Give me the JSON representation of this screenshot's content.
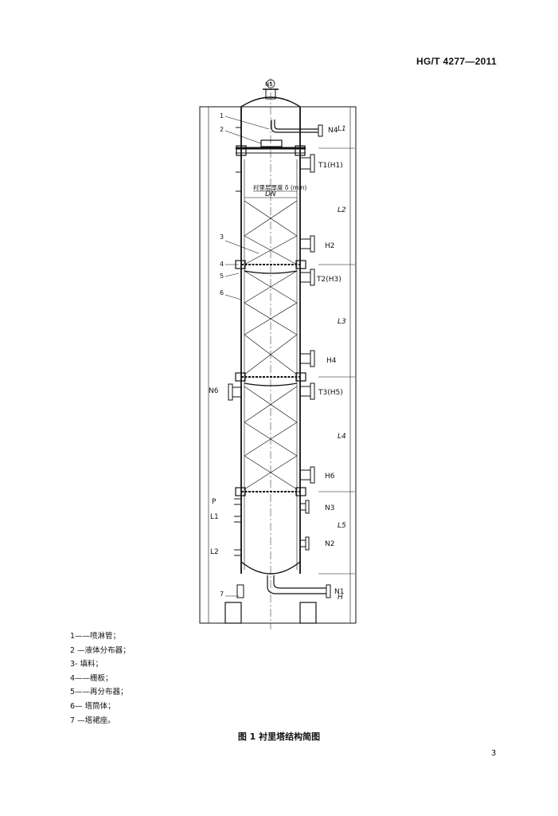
{
  "header": {
    "standard_code": "HG/T 4277—2011"
  },
  "figure": {
    "nozzles": {
      "top": "N5",
      "N4": "N4",
      "T1H1": "T1(H1)",
      "H2": "H2",
      "T2H3": "T2(H3)",
      "H4": "H4",
      "N6": "N6",
      "T3H5": "T3(H5)",
      "H6": "H6",
      "P": "P",
      "L1": "L1",
      "N3": "N3",
      "N2": "N2",
      "L2": "L2",
      "N1": "N1"
    },
    "dims": {
      "L1": "L1",
      "L2": "L2",
      "L3": "L3",
      "L4": "L4",
      "L5": "L5",
      "H": "H",
      "lining": "衬里层厚度 δ (mm)",
      "dn": "DN"
    },
    "callouts": [
      "1",
      "2",
      "3",
      "4",
      "5",
      "6",
      "7"
    ],
    "legend": [
      "1——喷淋管；",
      "2 —液体分布器；",
      "3- 填料；",
      "4——栅板；",
      "5——再分布器；",
      "6— 塔筒体；",
      "7 —塔裙座。"
    ],
    "caption": "图 1  衬里塔结构简图"
  },
  "page": {
    "number": "3"
  }
}
